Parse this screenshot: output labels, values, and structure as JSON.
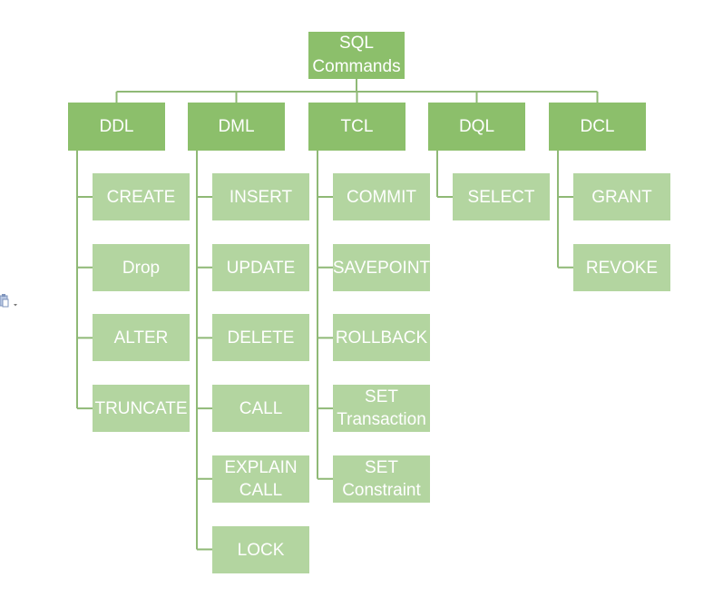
{
  "diagram": {
    "root": {
      "label": "SQL\nCommands"
    },
    "categories": [
      {
        "label": "DDL",
        "children": [
          "CREATE",
          "Drop",
          "ALTER",
          "TRUNCATE"
        ]
      },
      {
        "label": "DML",
        "children": [
          "INSERT",
          "UPDATE",
          "DELETE",
          "CALL",
          "EXPLAIN\nCALL",
          "LOCK"
        ]
      },
      {
        "label": "TCL",
        "children": [
          "COMMIT",
          "SAVEPOINT",
          "ROLLBACK",
          "SET\nTransaction",
          "SET\nConstraint"
        ]
      },
      {
        "label": "DQL",
        "children": [
          "SELECT"
        ]
      },
      {
        "label": "DCL",
        "children": [
          "GRANT",
          "REVOKE"
        ]
      }
    ],
    "colors": {
      "root": "#8cbf6b",
      "category": "#8cbf6b",
      "command": "#b3d5a0",
      "connector": "#8fb976",
      "text": "#ffffff"
    }
  },
  "ui": {
    "paste_options_icon": "paste-options-icon"
  }
}
